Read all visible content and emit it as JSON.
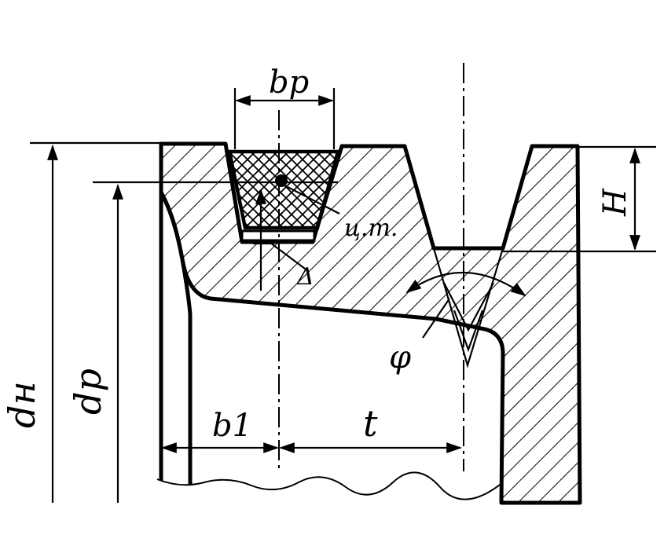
{
  "labels": {
    "belt_width": "bp",
    "outer_diameter": "dн",
    "pitch_diameter": "dp",
    "groove_depth": "H",
    "centroid": "ц.т.",
    "delta": "Δ",
    "angle": "φ",
    "edge_offset": "b1",
    "groove_pitch": "t"
  }
}
